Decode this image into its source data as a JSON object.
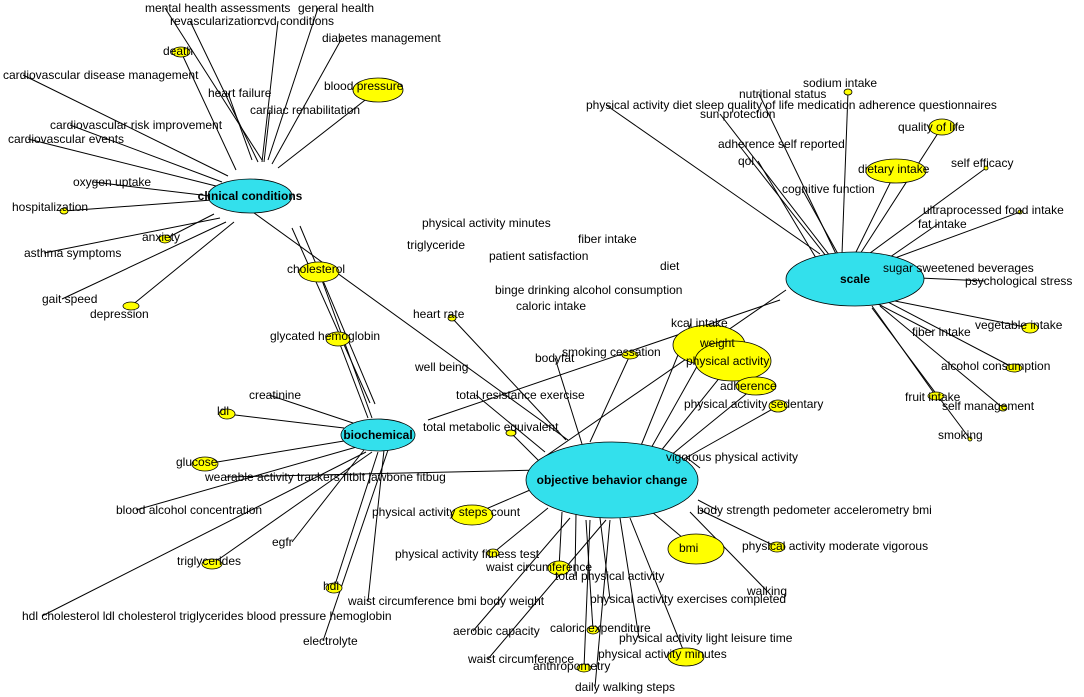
{
  "colors": {
    "hub": "#33e0ec",
    "leaf": "#ffff00",
    "edge": "#000000",
    "background": "#ffffff"
  },
  "hubs": [
    {
      "id": "clinical",
      "label": "clinical conditions"
    },
    {
      "id": "biochemical",
      "label": "biochemical"
    },
    {
      "id": "objective",
      "label": "objective behavior change"
    },
    {
      "id": "scale",
      "label": "scale"
    }
  ],
  "terms": [
    {
      "label": "mental health assessments",
      "hub": "clinical"
    },
    {
      "label": "general health",
      "hub": "clinical"
    },
    {
      "label": "revascularization",
      "hub": "clinical"
    },
    {
      "label": "cvd conditions",
      "hub": "clinical"
    },
    {
      "label": "diabetes management",
      "hub": "clinical"
    },
    {
      "label": "death",
      "hub": "clinical"
    },
    {
      "label": "blood pressure",
      "hub": "clinical"
    },
    {
      "label": "cardiovascular disease management",
      "hub": "clinical"
    },
    {
      "label": "heart failure",
      "hub": "clinical"
    },
    {
      "label": "cardiac rehabilitation",
      "hub": "clinical"
    },
    {
      "label": "cardiovascular risk improvement",
      "hub": "clinical"
    },
    {
      "label": "cardiovascular events",
      "hub": "clinical"
    },
    {
      "label": "oxygen uptake",
      "hub": "clinical"
    },
    {
      "label": "hospitalization",
      "hub": "clinical"
    },
    {
      "label": "anxiety",
      "hub": "clinical"
    },
    {
      "label": "asthma symptoms",
      "hub": "clinical"
    },
    {
      "label": "gait speed",
      "hub": "clinical"
    },
    {
      "label": "depression",
      "hub": "clinical"
    },
    {
      "label": "cholesterol",
      "hub": "clinical"
    },
    {
      "label": "heart rate",
      "hub": "clinical"
    },
    {
      "label": "glycated hemoglobin",
      "hub": "biochemical"
    },
    {
      "label": "creatinine",
      "hub": "biochemical"
    },
    {
      "label": "ldl",
      "hub": "biochemical"
    },
    {
      "label": "glucose",
      "hub": "biochemical"
    },
    {
      "label": "blood alcohol concentration",
      "hub": "biochemical"
    },
    {
      "label": "egfr",
      "hub": "biochemical"
    },
    {
      "label": "triglycerides",
      "hub": "biochemical"
    },
    {
      "label": "hdl",
      "hub": "biochemical"
    },
    {
      "label": "waist circumference  bmi  body weight",
      "hub": "biochemical"
    },
    {
      "label": "hdl cholesterol  ldl cholesterol  triglycerides  blood pressure  hemoglobin",
      "hub": "biochemical"
    },
    {
      "label": "electrolyte",
      "hub": "biochemical"
    },
    {
      "label": "well being",
      "hub": ""
    },
    {
      "label": "physical activity  minutes",
      "hub": ""
    },
    {
      "label": "triglyceride",
      "hub": ""
    },
    {
      "label": "fiber intake",
      "hub": ""
    },
    {
      "label": "patient satisfaction",
      "hub": ""
    },
    {
      "label": "diet",
      "hub": ""
    },
    {
      "label": "binge drinking   alcohol consumption",
      "hub": ""
    },
    {
      "label": "caloric intake",
      "hub": ""
    },
    {
      "label": "bodyfat",
      "hub": "objective"
    },
    {
      "label": "smoking cessation",
      "hub": "objective"
    },
    {
      "label": "kcal intake",
      "hub": "objective"
    },
    {
      "label": "weight",
      "hub": "objective"
    },
    {
      "label": "physical activity",
      "hub": "objective"
    },
    {
      "label": "adherence",
      "hub": "objective"
    },
    {
      "label": "physical activity  sedentary",
      "hub": "objective"
    },
    {
      "label": "total resistance exercise",
      "hub": "objective"
    },
    {
      "label": "total metabolic equivalent",
      "hub": "objective"
    },
    {
      "label": "vigorous physical activity",
      "hub": "objective"
    },
    {
      "label": "wearable activity trackers  fitbit  jawbone  fitbug",
      "hub": "objective"
    },
    {
      "label": "physical activity  steps count",
      "hub": "objective"
    },
    {
      "label": "body strength  pedometer  accelerometry  bmi",
      "hub": "objective"
    },
    {
      "label": "physical activity  fitness test",
      "hub": "objective"
    },
    {
      "label": "waist circumference",
      "hub": "objective"
    },
    {
      "label": "total physical activity",
      "hub": "objective"
    },
    {
      "label": "bmi",
      "hub": "objective"
    },
    {
      "label": "physical activity  moderate vigorous",
      "hub": "objective"
    },
    {
      "label": "walking",
      "hub": "objective"
    },
    {
      "label": "physical activity   exercises completed",
      "hub": "objective"
    },
    {
      "label": "aerobic capacity",
      "hub": "objective"
    },
    {
      "label": "caloric expenditure",
      "hub": "objective"
    },
    {
      "label": "physical activity   light leisure time",
      "hub": "objective"
    },
    {
      "label": "waist circumference",
      "hub": "objective"
    },
    {
      "label": "physical activity  minutes",
      "hub": "objective"
    },
    {
      "label": "anthropometry",
      "hub": "objective"
    },
    {
      "label": "daily walking steps",
      "hub": "objective"
    },
    {
      "label": "sodium intake",
      "hub": "scale"
    },
    {
      "label": "nutritional status",
      "hub": "scale"
    },
    {
      "label": "physical activity  diet  sleep  quality of life  medication adherence questionnaires",
      "hub": "scale"
    },
    {
      "label": "sun protection",
      "hub": "scale"
    },
    {
      "label": "quality of life",
      "hub": "scale"
    },
    {
      "label": "adherence   self reported",
      "hub": "scale"
    },
    {
      "label": "qol",
      "hub": "scale"
    },
    {
      "label": "dietary intake",
      "hub": "scale"
    },
    {
      "label": "self efficacy",
      "hub": "scale"
    },
    {
      "label": "cognitive function",
      "hub": "scale"
    },
    {
      "label": "ultraprocessed food intake",
      "hub": "scale"
    },
    {
      "label": "fat intake",
      "hub": "scale"
    },
    {
      "label": "sugar sweetened beverages",
      "hub": "scale"
    },
    {
      "label": "psychological stress",
      "hub": "scale"
    },
    {
      "label": "fiber intake",
      "hub": "scale"
    },
    {
      "label": "vegetable intake",
      "hub": "scale"
    },
    {
      "label": "alcohol consumption",
      "hub": "scale"
    },
    {
      "label": "fruit intake",
      "hub": "scale"
    },
    {
      "label": "self management",
      "hub": "scale"
    },
    {
      "label": "smoking",
      "hub": "scale"
    }
  ]
}
